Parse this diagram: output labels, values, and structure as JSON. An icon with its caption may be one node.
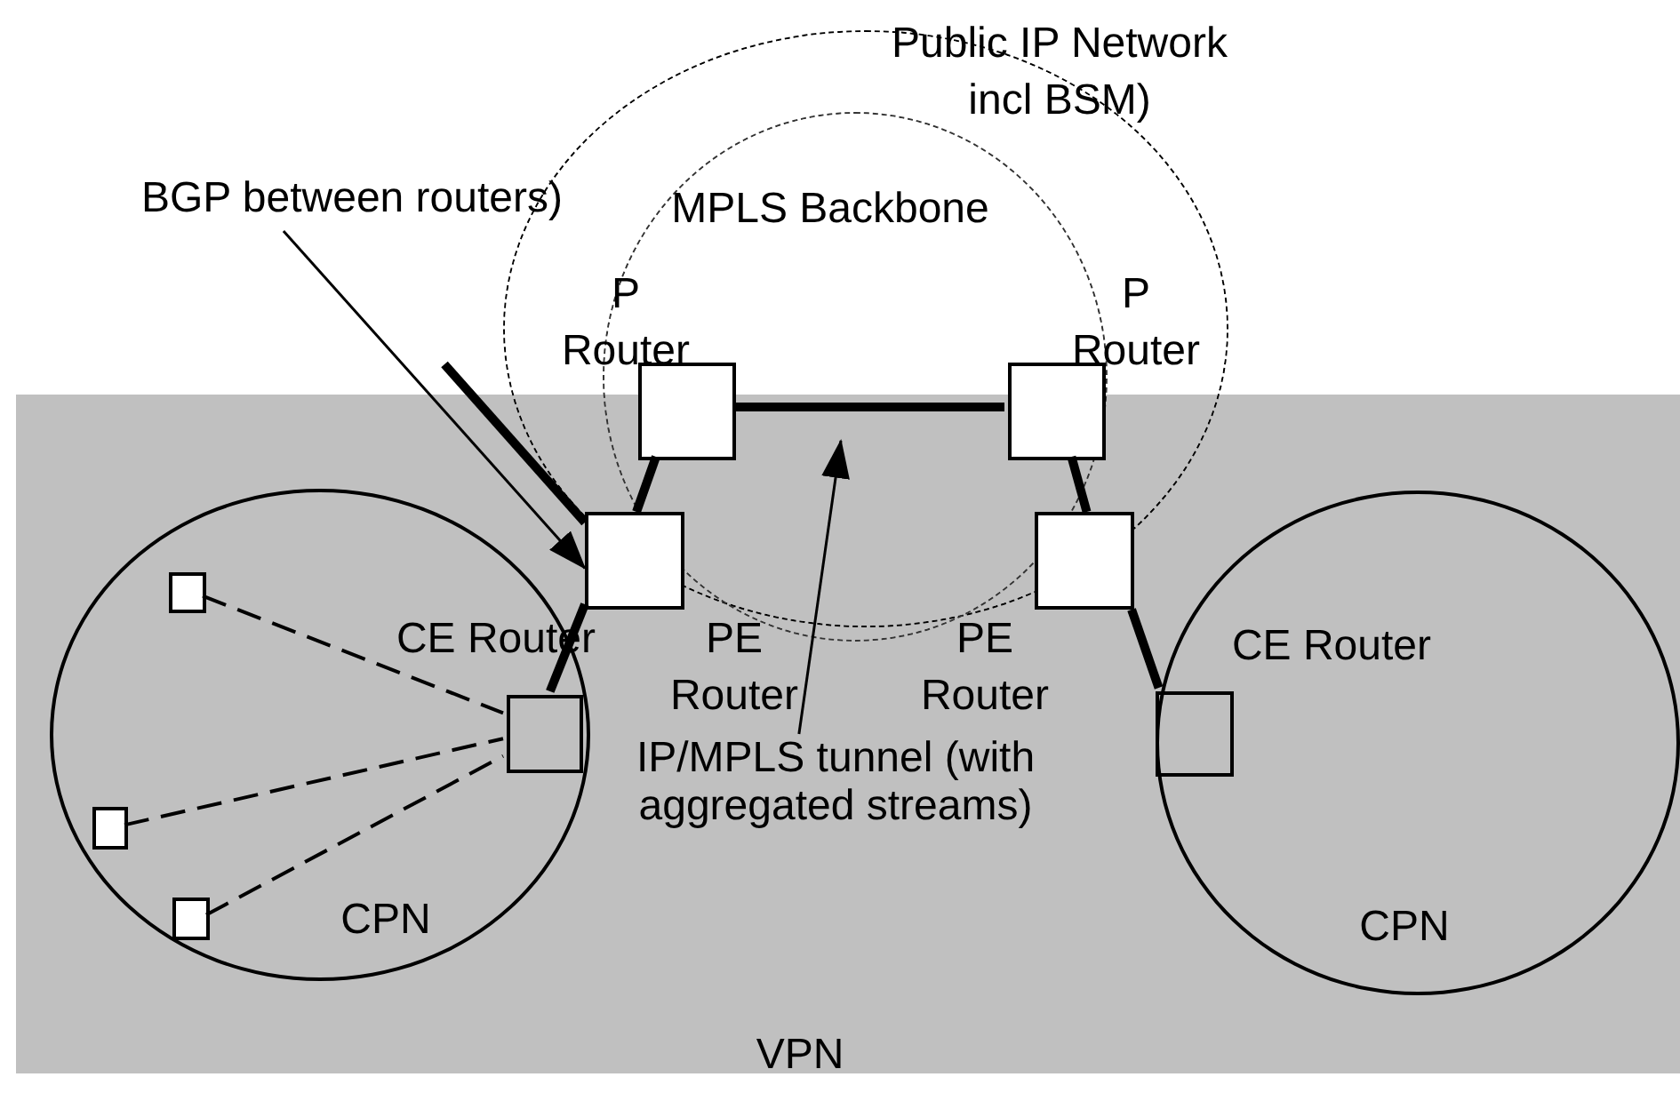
{
  "diagram": {
    "nodes": [
      {
        "text": [
          "VPN"
        ]
      },
      {
        "text": [
          "Public IP Network incl BSM)"
        ]
      },
      {
        "text": [
          "MPLS Backbone"
        ],
        "in": 1
      },
      {
        "text": [
          "P Router"
        ],
        "in": 2
      },
      {
        "text": [
          "P Router"
        ],
        "in": 2
      },
      {
        "text": [
          "PE Router"
        ]
      },
      {
        "text": [
          "PE Router"
        ]
      },
      {
        "text": [
          "CPN"
        ],
        "in": 0
      },
      {
        "text": [
          "CE Router"
        ],
        "in": 7
      },
      {
        "text": [],
        "shape": "box",
        "in": 7
      },
      {
        "text": [],
        "shape": "box",
        "in": 7
      },
      {
        "text": [],
        "shape": "box",
        "in": 7
      },
      {
        "text": [
          "CPN"
        ],
        "in": 0
      },
      {
        "text": [
          "CE Router"
        ],
        "in": 12
      },
      {
        "text": [
          "BGP between routers)"
        ]
      },
      {
        "text": [
          "IP/MPLS tunnel (with aggregated streams)"
        ],
        "in": 0
      }
    ],
    "edges": [
      {
        "from": 3,
        "to": 4,
        "arrow": "none"
      },
      {
        "from": 3,
        "to": 5,
        "arrow": "none"
      },
      {
        "from": 4,
        "to": 6,
        "arrow": "none"
      },
      {
        "from": 5,
        "to": 8,
        "arrow": "none"
      },
      {
        "from": 6,
        "to": 13,
        "arrow": "none"
      },
      {
        "from": 9,
        "to": 8,
        "arrow": "none",
        "style": "dashed"
      },
      {
        "from": 10,
        "to": 8,
        "arrow": "none",
        "style": "dashed"
      },
      {
        "from": 11,
        "to": 8,
        "arrow": "none",
        "style": "dashed"
      },
      {
        "from": null,
        "to": 5,
        "arrow": "none"
      },
      {
        "from": 14,
        "to": 5,
        "arrow": "to"
      },
      {
        "from": 15,
        "to": null,
        "arrow": "to"
      }
    ]
  }
}
